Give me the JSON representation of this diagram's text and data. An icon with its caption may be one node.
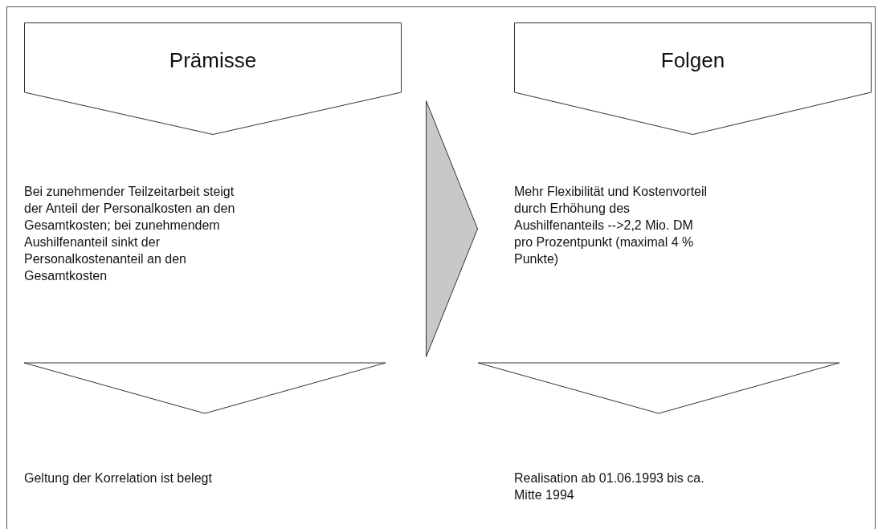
{
  "diagram": {
    "nodes": [
      {
        "text": [
          "Prämisse"
        ]
      },
      {
        "text": [
          "Bei zunehmender Teilzeitarbeit steigt der Anteil der Personalkosten an den Gesamtkosten; bei zunehmendem Aushilfenanteil sinkt der Personalkostenanteil an den Gesamtkosten"
        ]
      },
      {
        "text": [
          "Geltung der Korrelation ist belegt"
        ]
      },
      {
        "text": [],
        "shape": "triangle"
      },
      {
        "text": [
          "Folgen"
        ]
      },
      {
        "text": [
          "Mehr Flexibilität und Kostenvorteil durch Erhöhung des Aushilfenanteils -->2,2 Mio. DM pro Prozentpunkt (maximal 4 % Punkte)"
        ]
      },
      {
        "text": [
          "Realisation ab 01.06.1993 bis ca. Mitte 1994"
        ]
      }
    ],
    "edges": [
      {
        "from": 1,
        "to": 2,
        "arrow": "to"
      },
      {
        "from": 5,
        "to": 6,
        "arrow": "to"
      }
    ]
  }
}
